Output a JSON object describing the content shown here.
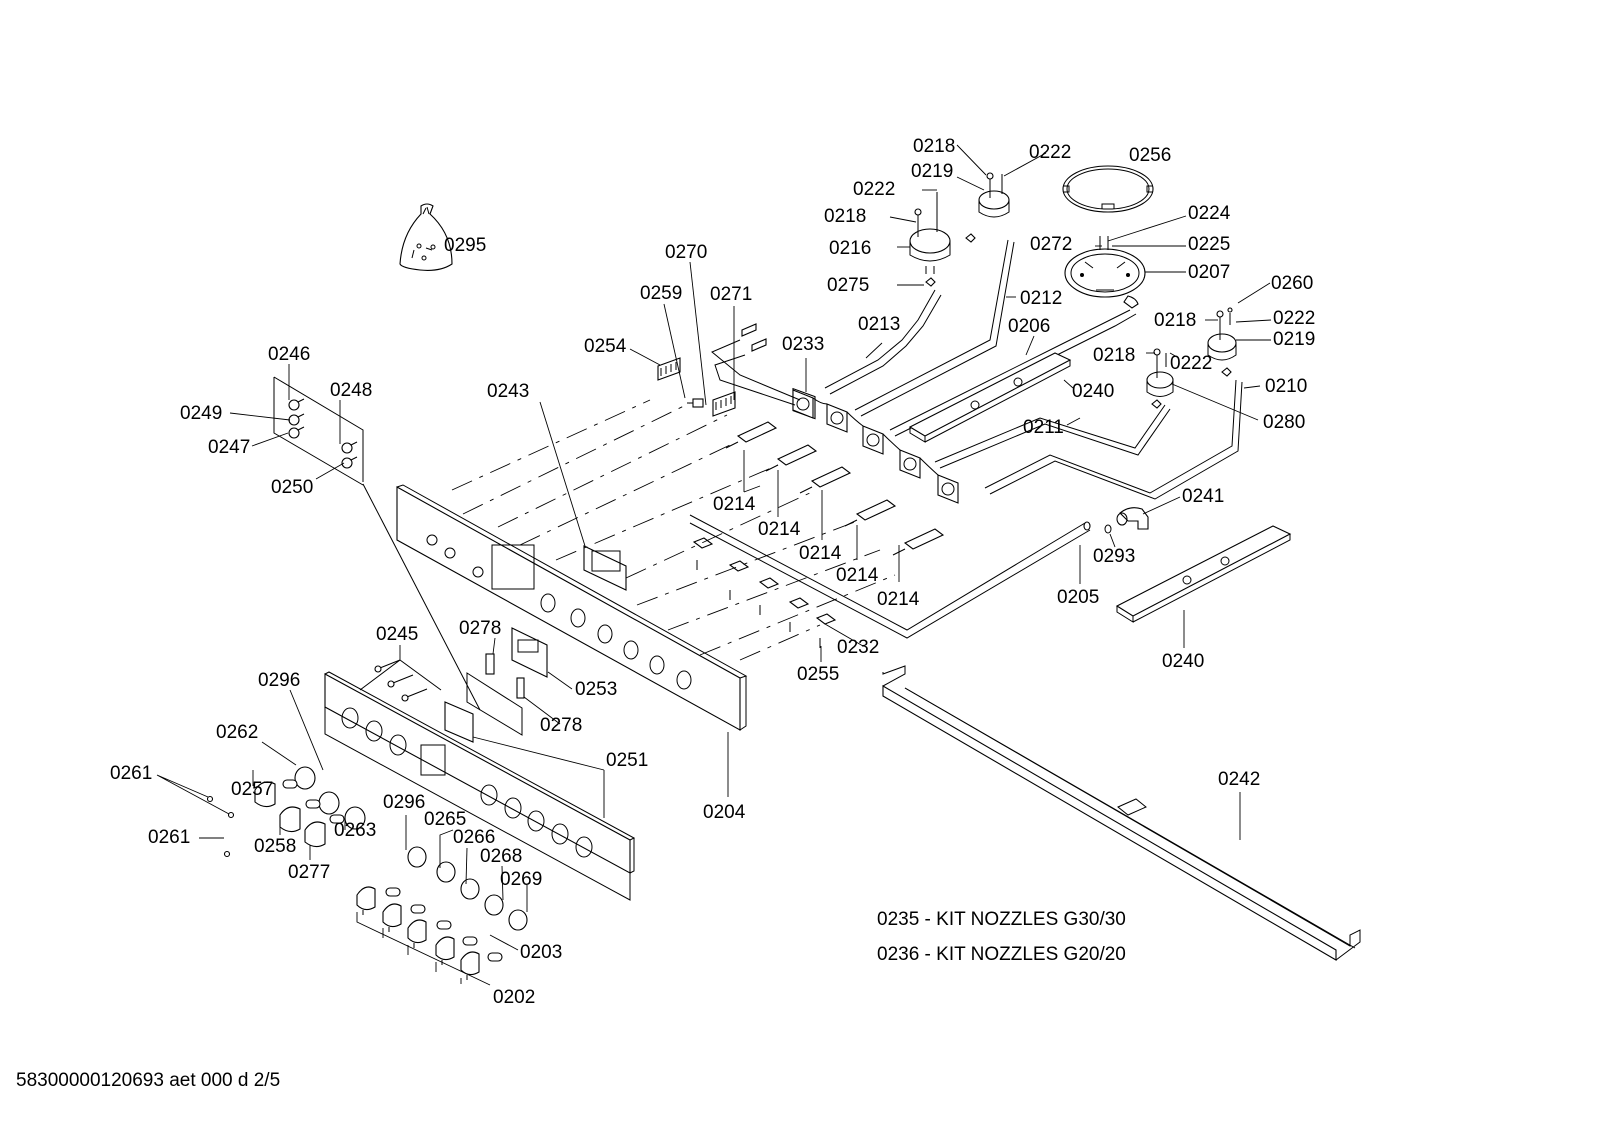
{
  "diagram": {
    "type": "exploded parts diagram",
    "footer": "58300000120693 aet 000 d 2/5",
    "kit_notes": [
      "0235 - KIT NOZZLES G30/30",
      "0236 - KIT NOZZLES G20/20"
    ],
    "callouts": [
      {
        "id": "c-0218-a",
        "label": "0218"
      },
      {
        "id": "c-0222-a",
        "label": "0222"
      },
      {
        "id": "c-0256",
        "label": "0256"
      },
      {
        "id": "c-0219-a",
        "label": "0219"
      },
      {
        "id": "c-0222-b",
        "label": "0222"
      },
      {
        "id": "c-0218-b",
        "label": "0218"
      },
      {
        "id": "c-0216",
        "label": "0216"
      },
      {
        "id": "c-0275",
        "label": "0275"
      },
      {
        "id": "c-0224",
        "label": "0224"
      },
      {
        "id": "c-0272",
        "label": "0272"
      },
      {
        "id": "c-0225",
        "label": "0225"
      },
      {
        "id": "c-0207",
        "label": "0207"
      },
      {
        "id": "c-0260",
        "label": "0260"
      },
      {
        "id": "c-0218-c",
        "label": "0218"
      },
      {
        "id": "c-0222-c",
        "label": "0222"
      },
      {
        "id": "c-0219-b",
        "label": "0219"
      },
      {
        "id": "c-0218-d",
        "label": "0218"
      },
      {
        "id": "c-0222-d",
        "label": "0222"
      },
      {
        "id": "c-0210",
        "label": "0210"
      },
      {
        "id": "c-0280",
        "label": "0280"
      },
      {
        "id": "c-0212",
        "label": "0212"
      },
      {
        "id": "c-0206",
        "label": "0206"
      },
      {
        "id": "c-0240-a",
        "label": "0240"
      },
      {
        "id": "c-0211",
        "label": "0211"
      },
      {
        "id": "c-0213",
        "label": "0213"
      },
      {
        "id": "c-0233",
        "label": "0233"
      },
      {
        "id": "c-0270",
        "label": "0270"
      },
      {
        "id": "c-0259",
        "label": "0259"
      },
      {
        "id": "c-0271",
        "label": "0271"
      },
      {
        "id": "c-0254",
        "label": "0254"
      },
      {
        "id": "c-0295",
        "label": "0295"
      },
      {
        "id": "c-0243",
        "label": "0243"
      },
      {
        "id": "c-0246",
        "label": "0246"
      },
      {
        "id": "c-0249",
        "label": "0249"
      },
      {
        "id": "c-0248",
        "label": "0248"
      },
      {
        "id": "c-0247",
        "label": "0247"
      },
      {
        "id": "c-0250",
        "label": "0250"
      },
      {
        "id": "c-0214-a",
        "label": "0214"
      },
      {
        "id": "c-0214-b",
        "label": "0214"
      },
      {
        "id": "c-0214-c",
        "label": "0214"
      },
      {
        "id": "c-0214-d",
        "label": "0214"
      },
      {
        "id": "c-0214-e",
        "label": "0214"
      },
      {
        "id": "c-0241",
        "label": "0241"
      },
      {
        "id": "c-0293",
        "label": "0293"
      },
      {
        "id": "c-0205",
        "label": "0205"
      },
      {
        "id": "c-0232",
        "label": "0232"
      },
      {
        "id": "c-0255",
        "label": "0255"
      },
      {
        "id": "c-0240-b",
        "label": "0240"
      },
      {
        "id": "c-0245",
        "label": "0245"
      },
      {
        "id": "c-0278-a",
        "label": "0278"
      },
      {
        "id": "c-0253",
        "label": "0253"
      },
      {
        "id": "c-0278-b",
        "label": "0278"
      },
      {
        "id": "c-0296-a",
        "label": "0296"
      },
      {
        "id": "c-0262",
        "label": "0262"
      },
      {
        "id": "c-0251",
        "label": "0251"
      },
      {
        "id": "c-0204",
        "label": "0204"
      },
      {
        "id": "c-0261-a",
        "label": "0261"
      },
      {
        "id": "c-0257",
        "label": "0257"
      },
      {
        "id": "c-0263",
        "label": "0263"
      },
      {
        "id": "c-0261-b",
        "label": "0261"
      },
      {
        "id": "c-0258",
        "label": "0258"
      },
      {
        "id": "c-0277",
        "label": "0277"
      },
      {
        "id": "c-0296-b",
        "label": "0296"
      },
      {
        "id": "c-0265",
        "label": "0265"
      },
      {
        "id": "c-0266",
        "label": "0266"
      },
      {
        "id": "c-0268",
        "label": "0268"
      },
      {
        "id": "c-0269",
        "label": "0269"
      },
      {
        "id": "c-0203",
        "label": "0203"
      },
      {
        "id": "c-0202",
        "label": "0202"
      },
      {
        "id": "c-0242",
        "label": "0242"
      }
    ]
  }
}
